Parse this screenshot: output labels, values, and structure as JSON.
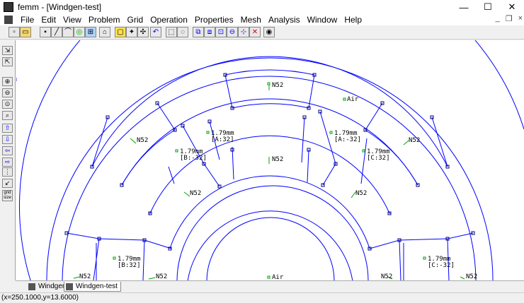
{
  "window": {
    "title": "femm - [Windgen-test]",
    "minimize": "—",
    "maximize": "☐",
    "close": "✕"
  },
  "menu": [
    "File",
    "Edit",
    "View",
    "Problem",
    "Grid",
    "Operation",
    "Properties",
    "Mesh",
    "Analysis",
    "Window",
    "Help"
  ],
  "mdi": {
    "minimize": "_",
    "restore": "❐",
    "close": "×"
  },
  "toolbar": [
    "new-icon",
    "open-icon",
    "node-icon",
    "segment-icon",
    "arc-icon",
    "block-label-icon",
    "group-icon",
    "edit-icon",
    "zoom-window-icon",
    "copy-icon",
    "move-icon",
    "undo-icon",
    "select-box-icon",
    "select-circle-icon",
    "mirror-icon",
    "scale-icon",
    "rotate-icon",
    "fillet-icon",
    "delete-icon",
    "mesh-icon"
  ],
  "side_tools": [
    "show-mesh-icon",
    "show-grid-icon",
    "zoom-in-icon",
    "zoom-out-icon",
    "zoom-natural-icon",
    "zoom-window-icon",
    "pan-up-icon",
    "pan-down-icon",
    "pan-left-icon",
    "pan-right-icon",
    "grid-icon",
    "snap-grid-icon",
    "grid-size-icon"
  ],
  "side_grid_label": "grid size",
  "labels": {
    "n52_top": "N52",
    "air_top": "Air",
    "n52_left": "N52",
    "n52_right": "N52",
    "wire_a_mm": "1.79mm",
    "wire_a_circ": "[A:32]",
    "wire_am_mm": "1.79mm",
    "wire_am_circ": "[A:-32]",
    "wire_bm_mm": "1.79mm",
    "wire_bm_circ": "[B:-32]",
    "wire_c_mm": "1.79mm",
    "wire_c_circ": "[C:32]",
    "n52_mid": "N52",
    "n52_inner_left": "N52",
    "n52_inner_right": "N52",
    "wire_b_mm": "1.79mm",
    "wire_b_circ": "[B:32]",
    "wire_cm_mm": "1.79mm",
    "wire_cm_circ": "[C:-32]",
    "n52_bl1": "N52",
    "n52_bl2": "N52",
    "air_bottom": "Air",
    "n52_br1": "N52",
    "n52_br2": "N52"
  },
  "tabs": [
    {
      "label": "Windgen-test"
    },
    {
      "label": "Windgen-test"
    }
  ],
  "status": "(x=250.1000,y=13.6000)",
  "colors": {
    "geometry": "#0000ff",
    "node": "#000080",
    "label_marker": "#00a000",
    "text": "#000000"
  }
}
